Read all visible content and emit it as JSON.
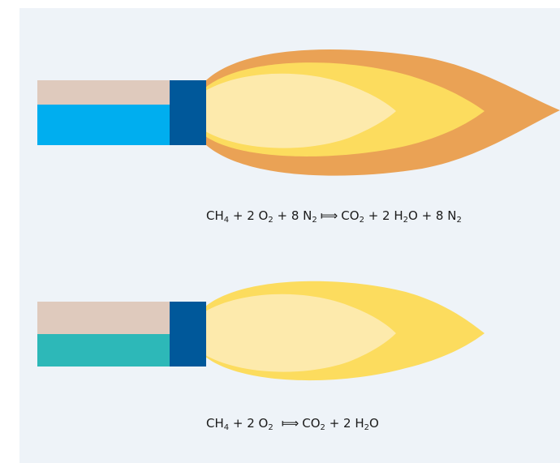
{
  "colors": {
    "background": "#eef3f8",
    "fuel_line": "#dfcabd",
    "air_stream": "#00aeef",
    "oxygen_stream": "#2db8b8",
    "burner_nozzle": "#00589a",
    "flame_outer": "#eaa255",
    "flame_middle": "#fcdc5e",
    "flame_core": "#fdeaac"
  },
  "equations": {
    "air_combustion": {
      "lhs": [
        {
          "text": "CH",
          "sub": "4"
        },
        {
          "text": " + 2 O",
          "sub": "2"
        },
        {
          "text": " + 8 N",
          "sub": "2"
        }
      ],
      "arrow": "⟾",
      "rhs": [
        {
          "text": "CO",
          "sub": "2"
        },
        {
          "text": " + 2 H",
          "sub": "2"
        },
        {
          "text": "O + 8 N",
          "sub": "2"
        }
      ]
    },
    "oxygen_combustion": {
      "lhs": [
        {
          "text": "CH",
          "sub": "4"
        },
        {
          "text": " + 2 O",
          "sub": "2"
        }
      ],
      "arrow": "⟾",
      "rhs": [
        {
          "text": "CO",
          "sub": "2"
        },
        {
          "text": " + 2 H",
          "sub": "2"
        },
        {
          "text": "O",
          "sub": ""
        }
      ]
    }
  }
}
